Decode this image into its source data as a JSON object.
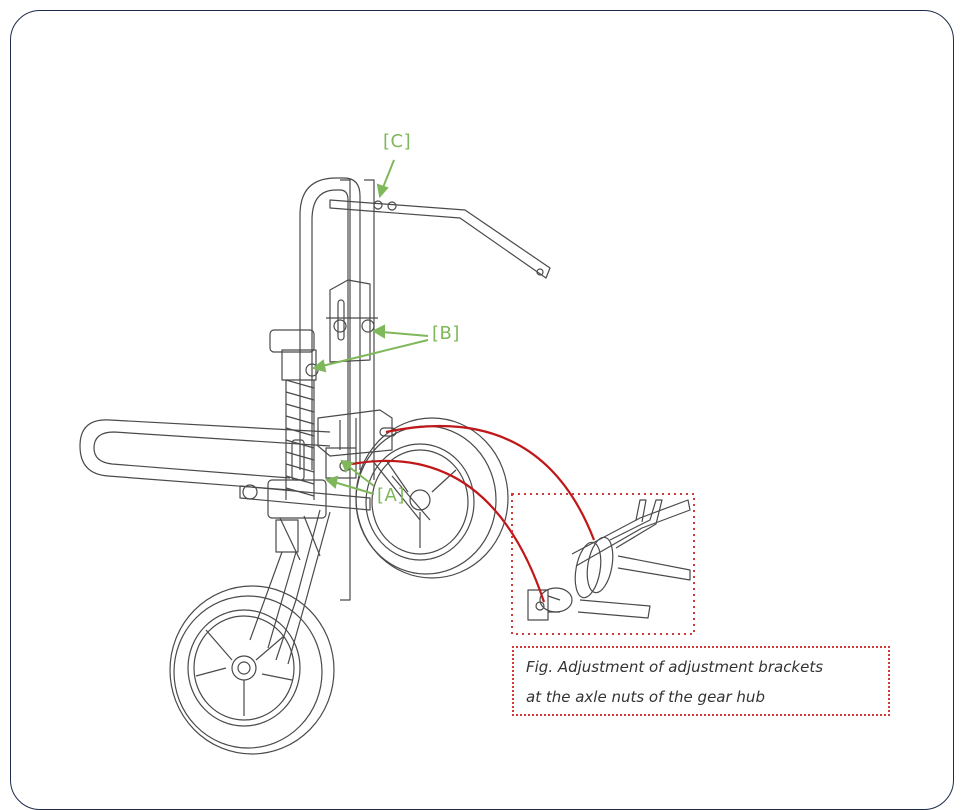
{
  "callouts": {
    "a": "[A]",
    "b": "[B]",
    "c": "[C]"
  },
  "caption": {
    "line1": "Fig. Adjustment of adjustment brackets",
    "line2": "at the axle nuts of the gear hub"
  },
  "colors": {
    "frame": "#1f2b4a",
    "callout": "#7fb85a",
    "connector": "#c0181a",
    "detail_border": "#d23a3a",
    "drawing": "#4a4a4a"
  }
}
